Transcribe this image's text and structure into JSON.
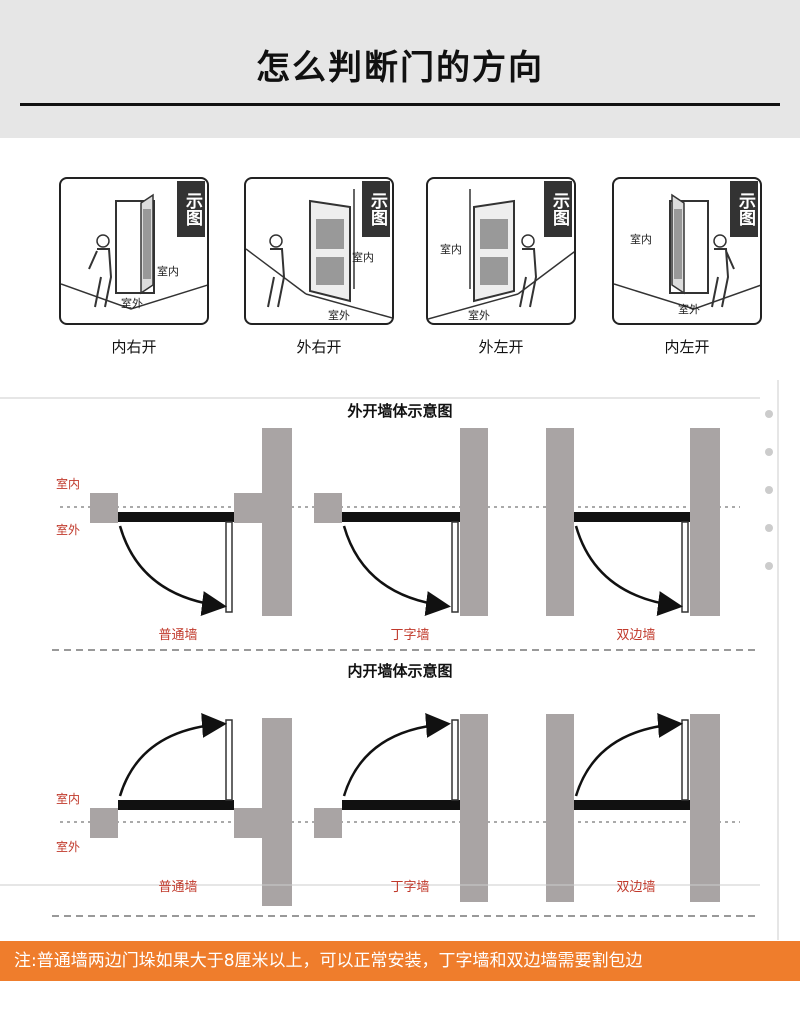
{
  "page": {
    "title": "怎么判断门的方向"
  },
  "cards": [
    {
      "badge": "示图",
      "inside": "室内",
      "outside": "室外",
      "caption": "内右开"
    },
    {
      "badge": "示图",
      "inside": "室内",
      "outside": "室外",
      "caption": "外右开"
    },
    {
      "badge": "示图",
      "inside": "室内",
      "outside": "室外",
      "caption": "外左开"
    },
    {
      "badge": "示图",
      "inside": "室内",
      "outside": "室外",
      "caption": "内左开"
    }
  ],
  "outward": {
    "title": "外开墙体示意图",
    "inside": "室内",
    "outside": "室外",
    "walls": [
      "普通墙",
      "丁字墙",
      "双边墙"
    ]
  },
  "inward": {
    "title": "内开墙体示意图",
    "inside": "室内",
    "outside": "室外",
    "walls": [
      "普通墙",
      "丁字墙",
      "双边墙"
    ]
  },
  "note": "注:普通墙两边门垛如果大于8厘米以上，可以正常安装，丁字墙和双边墙需要割包边",
  "colors": {
    "wall": "#a9a4a4",
    "label": "#c0392b",
    "note_bg": "#ef7d2c",
    "header_bg": "#e6e6e6"
  }
}
